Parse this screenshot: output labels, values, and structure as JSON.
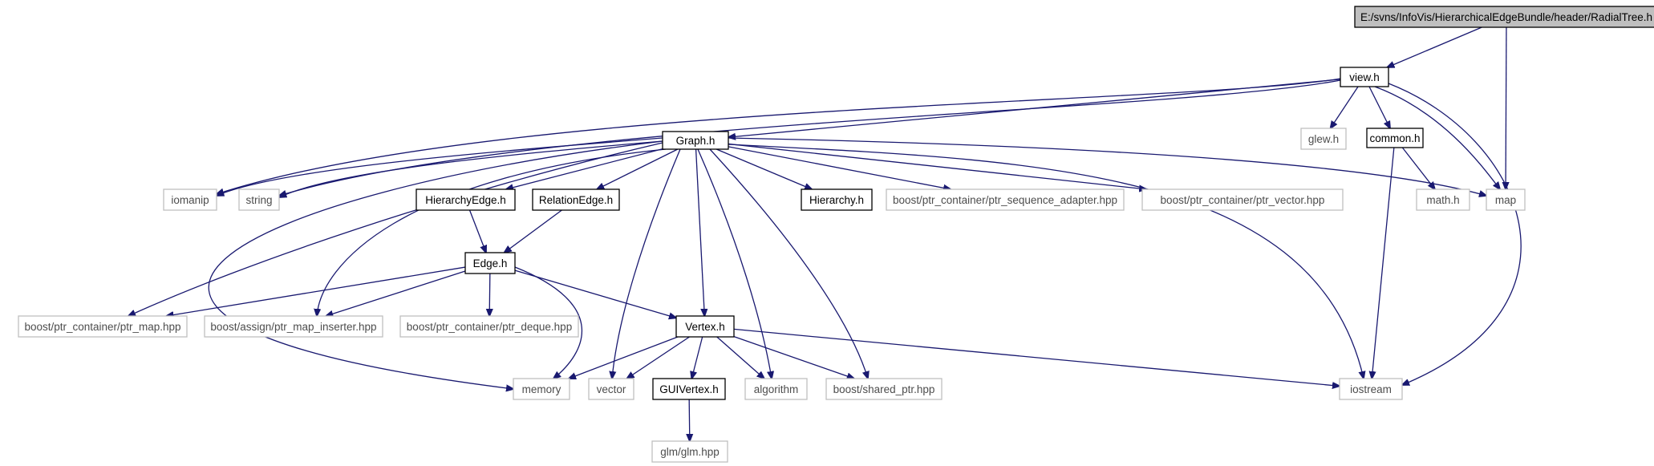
{
  "diagram": {
    "nodes": [
      {
        "id": "radialtree",
        "label": "E:/svns/InfoVis/HierarchicalEdgeBundle/header/RadialTree.h",
        "kind": "root"
      },
      {
        "id": "view",
        "label": "view.h",
        "kind": "solid"
      },
      {
        "id": "graph",
        "label": "Graph.h",
        "kind": "solid"
      },
      {
        "id": "glew",
        "label": "glew.h",
        "kind": "external"
      },
      {
        "id": "common",
        "label": "common.h",
        "kind": "solid"
      },
      {
        "id": "iomanip",
        "label": "iomanip",
        "kind": "external"
      },
      {
        "id": "string",
        "label": "string",
        "kind": "external"
      },
      {
        "id": "hierarchyedge",
        "label": "HierarchyEdge.h",
        "kind": "solid"
      },
      {
        "id": "relationedge",
        "label": "RelationEdge.h",
        "kind": "solid"
      },
      {
        "id": "hierarchy",
        "label": "Hierarchy.h",
        "kind": "solid"
      },
      {
        "id": "seqadapter",
        "label": "boost/ptr_container/ptr_sequence_adapter.hpp",
        "kind": "external"
      },
      {
        "id": "ptrvector",
        "label": "boost/ptr_container/ptr_vector.hpp",
        "kind": "external"
      },
      {
        "id": "math",
        "label": "math.h",
        "kind": "external"
      },
      {
        "id": "map",
        "label": "map",
        "kind": "external"
      },
      {
        "id": "edge",
        "label": "Edge.h",
        "kind": "solid"
      },
      {
        "id": "ptrmap",
        "label": "boost/ptr_container/ptr_map.hpp",
        "kind": "external"
      },
      {
        "id": "mapinserter",
        "label": "boost/assign/ptr_map_inserter.hpp",
        "kind": "external"
      },
      {
        "id": "ptrdeque",
        "label": "boost/ptr_container/ptr_deque.hpp",
        "kind": "external"
      },
      {
        "id": "vertex",
        "label": "Vertex.h",
        "kind": "solid"
      },
      {
        "id": "memory",
        "label": "memory",
        "kind": "external"
      },
      {
        "id": "vector",
        "label": "vector",
        "kind": "external"
      },
      {
        "id": "guivertex",
        "label": "GUIVertex.h",
        "kind": "solid"
      },
      {
        "id": "algorithm",
        "label": "algorithm",
        "kind": "external"
      },
      {
        "id": "sharedptr",
        "label": "boost/shared_ptr.hpp",
        "kind": "external"
      },
      {
        "id": "iostream",
        "label": "iostream",
        "kind": "external"
      },
      {
        "id": "glm",
        "label": "glm/glm.hpp",
        "kind": "external"
      }
    ],
    "edges": [
      {
        "from": "radialtree",
        "to": "view"
      },
      {
        "from": "radialtree",
        "to": "map"
      },
      {
        "from": "view",
        "to": "graph"
      },
      {
        "from": "view",
        "to": "glew"
      },
      {
        "from": "view",
        "to": "common"
      },
      {
        "from": "view",
        "to": "iomanip"
      },
      {
        "from": "view",
        "to": "string"
      },
      {
        "from": "view",
        "to": "map"
      },
      {
        "from": "view",
        "to": "iostream"
      },
      {
        "from": "graph",
        "to": "iomanip"
      },
      {
        "from": "graph",
        "to": "string"
      },
      {
        "from": "graph",
        "to": "hierarchyedge"
      },
      {
        "from": "graph",
        "to": "relationedge"
      },
      {
        "from": "graph",
        "to": "hierarchy"
      },
      {
        "from": "graph",
        "to": "seqadapter"
      },
      {
        "from": "graph",
        "to": "ptrvector"
      },
      {
        "from": "graph",
        "to": "map"
      },
      {
        "from": "graph",
        "to": "iostream"
      },
      {
        "from": "graph",
        "to": "memory"
      },
      {
        "from": "graph",
        "to": "ptrmap"
      },
      {
        "from": "graph",
        "to": "mapinserter"
      },
      {
        "from": "graph",
        "to": "vertex"
      },
      {
        "from": "graph",
        "to": "vector"
      },
      {
        "from": "graph",
        "to": "algorithm"
      },
      {
        "from": "graph",
        "to": "sharedptr"
      },
      {
        "from": "common",
        "to": "math"
      },
      {
        "from": "common",
        "to": "iostream"
      },
      {
        "from": "hierarchyedge",
        "to": "edge"
      },
      {
        "from": "relationedge",
        "to": "edge"
      },
      {
        "from": "edge",
        "to": "ptrmap"
      },
      {
        "from": "edge",
        "to": "mapinserter"
      },
      {
        "from": "edge",
        "to": "ptrdeque"
      },
      {
        "from": "edge",
        "to": "vertex"
      },
      {
        "from": "edge",
        "to": "memory"
      },
      {
        "from": "vertex",
        "to": "memory"
      },
      {
        "from": "vertex",
        "to": "vector"
      },
      {
        "from": "vertex",
        "to": "guivertex"
      },
      {
        "from": "vertex",
        "to": "algorithm"
      },
      {
        "from": "vertex",
        "to": "sharedptr"
      },
      {
        "from": "vertex",
        "to": "iostream"
      },
      {
        "from": "guivertex",
        "to": "glm"
      }
    ]
  }
}
